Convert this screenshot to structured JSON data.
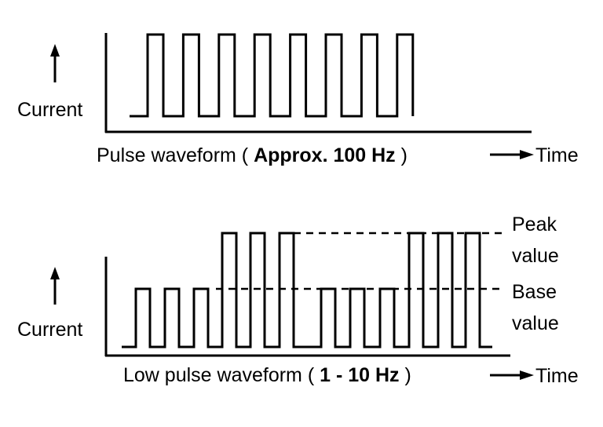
{
  "top_diagram": {
    "ylabel": "Current",
    "caption_prefix": "Pulse waveform ( ",
    "caption_bold": "Approx.  100 Hz",
    "caption_suffix": " )",
    "xlabel": "Time",
    "pulse_count": 8
  },
  "bottom_diagram": {
    "ylabel": "Current",
    "caption_prefix": "Low pulse waveform ( ",
    "caption_bold": "1 -  10 Hz",
    "caption_suffix": " )",
    "xlabel": "Time",
    "peak_label_1": "Peak",
    "peak_label_2": "value",
    "base_label_1": "Base",
    "base_label_2": "value",
    "pulse_levels": [
      "base",
      "base",
      "base",
      "peak",
      "peak",
      "peak",
      "base",
      "base",
      "base",
      "peak",
      "peak",
      "peak"
    ]
  },
  "colors": {
    "line": "#000000",
    "background": "#ffffff"
  }
}
